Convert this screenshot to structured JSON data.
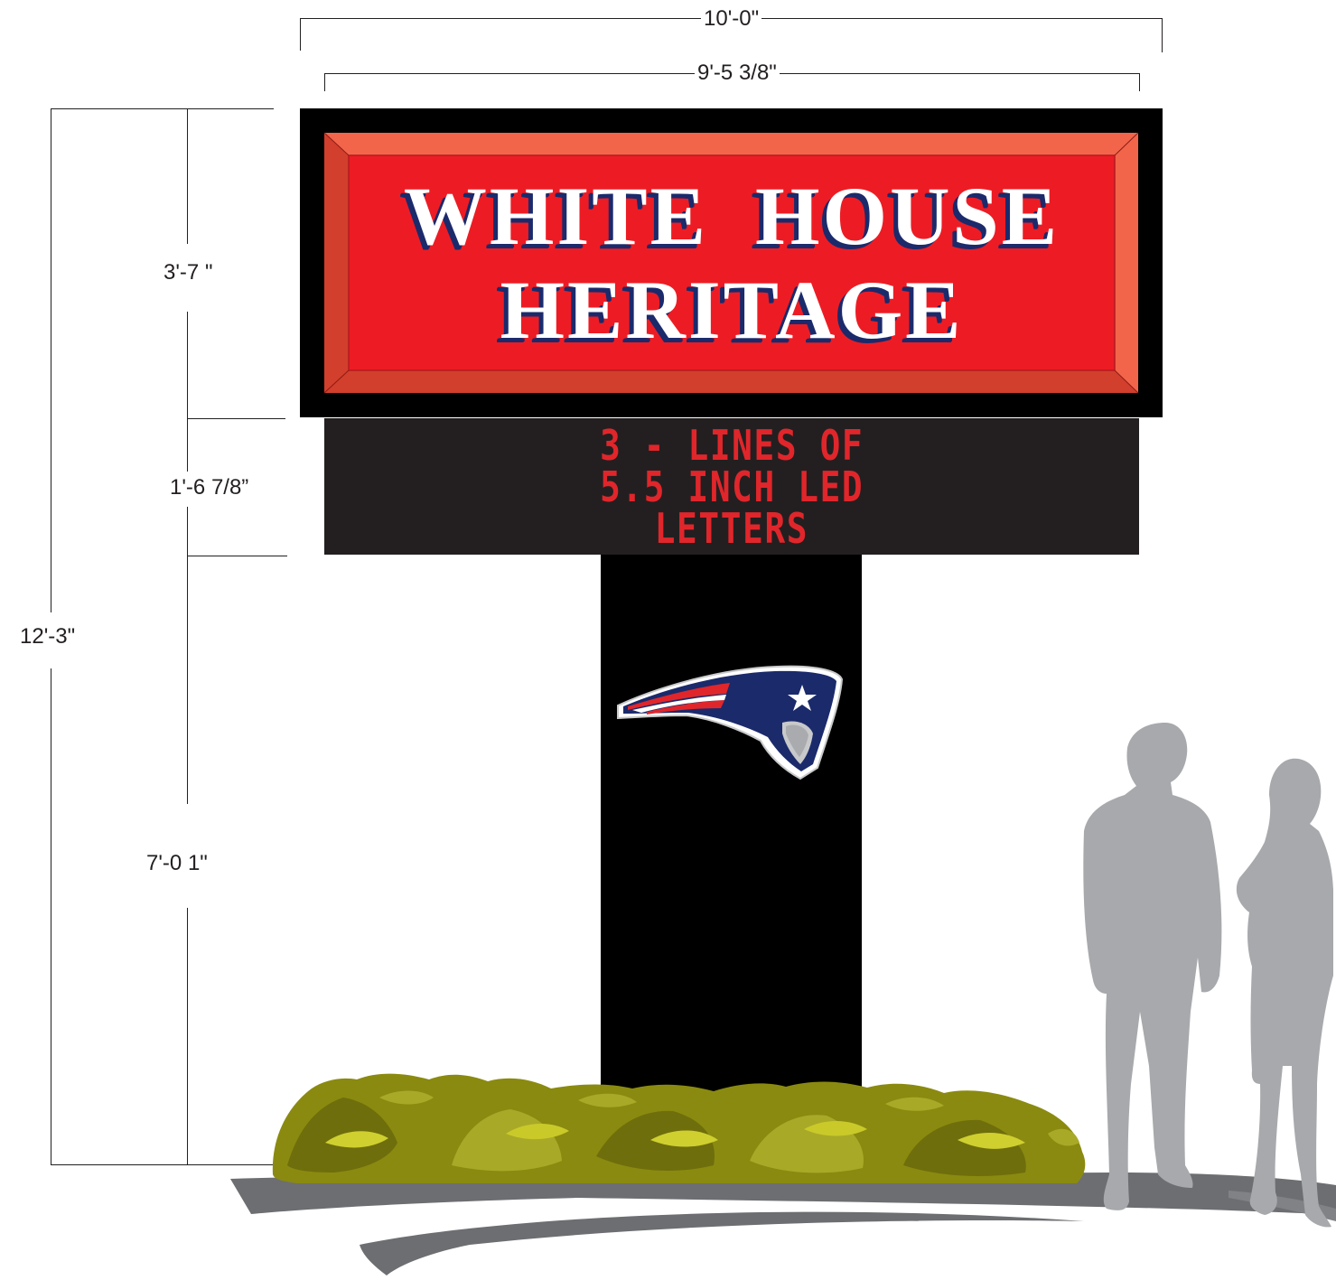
{
  "dimensions": {
    "overall_width": "10'-0\"",
    "cabinet_width": "9'-5 3/8\"",
    "cabinet_height": "3'-7 \"",
    "led_height": "1'-6 7/8”",
    "overall_height": "12'-3\"",
    "post_height": "7'-0 1\""
  },
  "sign": {
    "line1": "WHITE  HOUSE",
    "line2": "HERITAGE"
  },
  "led_display": {
    "line1": "3 - LINES OF",
    "line2": "5.5 INCH LED",
    "line3": "LETTERS"
  },
  "colors": {
    "cabinet": "#000000",
    "panel_red": "#ed1c24",
    "bevel_light": "#f2654a",
    "bevel_dark": "#d23f2c",
    "led_text": "#e0262b",
    "led_background": "#231f20",
    "logo_navy": "#1b2a6b",
    "shrub": "#8a8a10",
    "silhouette": "#a7a9ac",
    "ground": "#6d6e71"
  },
  "logo": "patriots-logo"
}
